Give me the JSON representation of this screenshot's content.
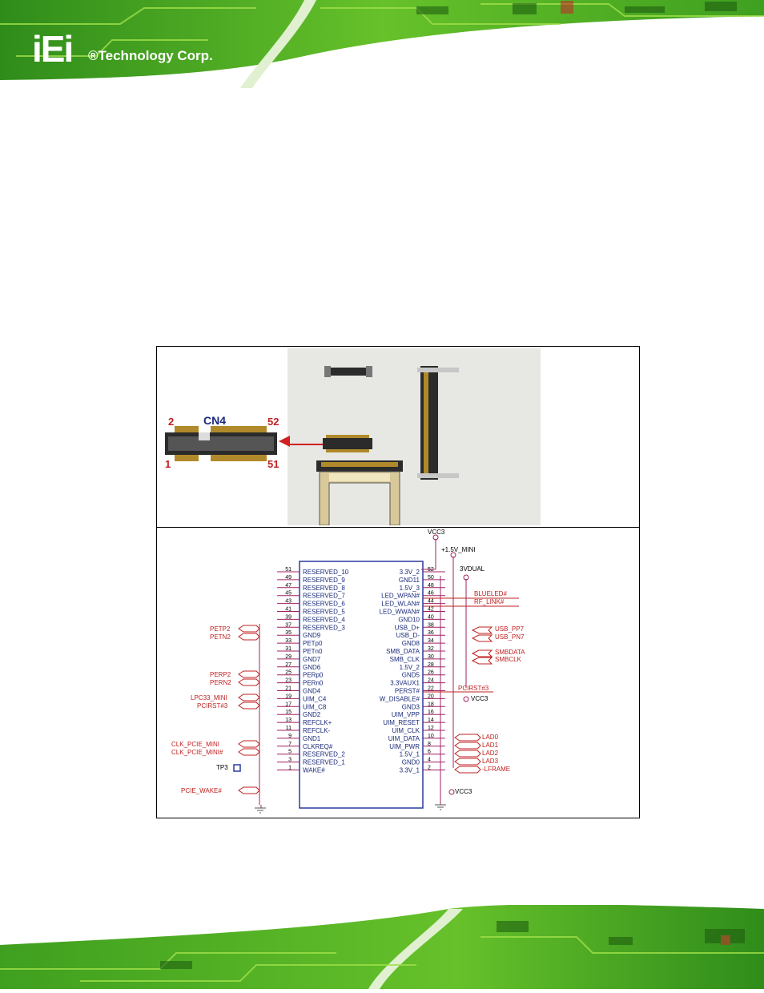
{
  "header": {
    "logo_mark": "iEi",
    "logo_text": "®Technology Corp."
  },
  "connector": {
    "name": "CN4",
    "pin_top_left": "2",
    "pin_top_right": "52",
    "pin_bottom_left": "1",
    "pin_bottom_right": "51"
  },
  "schematic": {
    "supplies": {
      "vcc3_top": "VCC3",
      "v15_mini": "+1.5V_MINI",
      "v3dual": "3VDUAL",
      "vcc3_mid": "VCC3",
      "vcc3_bottom": "VCC3"
    },
    "left_pins": [
      {
        "num": "51",
        "name": "RESERVED_10"
      },
      {
        "num": "49",
        "name": "RESERVED_9"
      },
      {
        "num": "47",
        "name": "RESERVED_8"
      },
      {
        "num": "45",
        "name": "RESERVED_7"
      },
      {
        "num": "43",
        "name": "RESERVED_6"
      },
      {
        "num": "41",
        "name": "RESERVED_5"
      },
      {
        "num": "39",
        "name": "RESERVED_4"
      },
      {
        "num": "37",
        "name": "RESERVED_3"
      },
      {
        "num": "35",
        "name": "GND9"
      },
      {
        "num": "33",
        "name": "PETp0"
      },
      {
        "num": "31",
        "name": "PETn0"
      },
      {
        "num": "29",
        "name": "GND7"
      },
      {
        "num": "27",
        "name": "GND6"
      },
      {
        "num": "25",
        "name": "PERp0"
      },
      {
        "num": "23",
        "name": "PERn0"
      },
      {
        "num": "21",
        "name": "GND4"
      },
      {
        "num": "19",
        "name": "UIM_C4"
      },
      {
        "num": "17",
        "name": "UIM_C8"
      },
      {
        "num": "15",
        "name": "GND2"
      },
      {
        "num": "13",
        "name": "REFCLK+"
      },
      {
        "num": "11",
        "name": "REFCLK-"
      },
      {
        "num": "9",
        "name": "GND1"
      },
      {
        "num": "7",
        "name": "CLKREQ#"
      },
      {
        "num": "5",
        "name": "RESERVED_2"
      },
      {
        "num": "3",
        "name": "RESERVED_1"
      },
      {
        "num": "1",
        "name": "WAKE#"
      }
    ],
    "right_pins": [
      {
        "num": "52",
        "name": "3.3V_2"
      },
      {
        "num": "50",
        "name": "GND11"
      },
      {
        "num": "48",
        "name": "1.5V_3"
      },
      {
        "num": "46",
        "name": "LED_WPAN#"
      },
      {
        "num": "44",
        "name": "LED_WLAN#"
      },
      {
        "num": "42",
        "name": "LED_WWAN#"
      },
      {
        "num": "40",
        "name": "GND10"
      },
      {
        "num": "38",
        "name": "USB_D+"
      },
      {
        "num": "36",
        "name": "USB_D-"
      },
      {
        "num": "34",
        "name": "GND8"
      },
      {
        "num": "32",
        "name": "SMB_DATA"
      },
      {
        "num": "30",
        "name": "SMB_CLK"
      },
      {
        "num": "28",
        "name": "1.5V_2"
      },
      {
        "num": "26",
        "name": "GND5"
      },
      {
        "num": "24",
        "name": "3.3VAUX1"
      },
      {
        "num": "22",
        "name": "PERST#"
      },
      {
        "num": "20",
        "name": "W_DISABLE#"
      },
      {
        "num": "18",
        "name": "GND3"
      },
      {
        "num": "16",
        "name": "UIM_VPP"
      },
      {
        "num": "14",
        "name": "UIM_RESET"
      },
      {
        "num": "12",
        "name": "UIM_CLK"
      },
      {
        "num": "10",
        "name": "UIM_DATA"
      },
      {
        "num": "8",
        "name": "UIM_PWR"
      },
      {
        "num": "6",
        "name": "1.5V_1"
      },
      {
        "num": "4",
        "name": "GND0"
      },
      {
        "num": "2",
        "name": "3.3V_1"
      }
    ],
    "left_nets": {
      "petp2": "PETP2",
      "petn2": "PETN2",
      "perp2": "PERP2",
      "pern2": "PERN2",
      "lpc33": "LPC33_MINI",
      "pcirst_left": "PCIRST#3",
      "clk_p": "CLK_PCIE_MINI",
      "clk_n": "CLK_PCIE_MINI#",
      "tp3": "TP3",
      "wake": "PCIE_WAKE#"
    },
    "right_nets": {
      "blueled": "BLUELED#",
      "rf_link": "RF_LINK#",
      "usb_pp7": "USB_PP7",
      "usb_pn7": "USB_PN7",
      "smbdata": "SMBDATA",
      "smbclk": "SMBCLK",
      "pcirst_right": "PCIRST#3",
      "lad0": "LAD0",
      "lad1": "LAD1",
      "lad2": "LAD2",
      "lad3": "LAD3",
      "lframe": "-LFRAME"
    }
  }
}
